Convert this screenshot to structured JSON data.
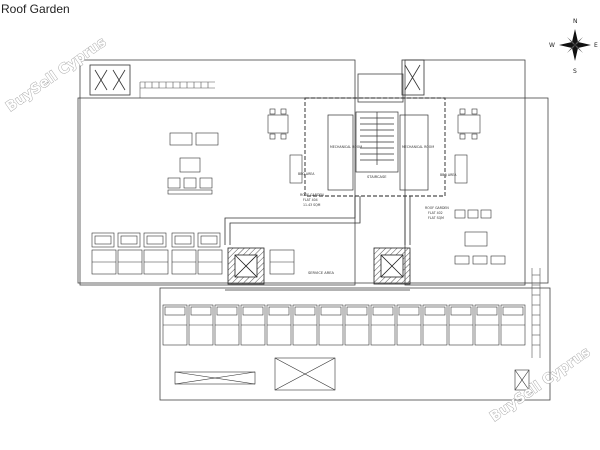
{
  "title": "Roof Garden",
  "watermark": "BuySell Cyprus",
  "compass": {
    "n": "N",
    "s": "S",
    "e": "E",
    "w": "W"
  },
  "labels": {
    "mechanical_left": "MECHANICAL ROOM",
    "mechanical_right": "MECHANICAL ROOM",
    "staircase": "STAIRCASE",
    "bbq_area_left": "BBQ AREA",
    "bbq_area_right": "BBQ AREA",
    "roof_garden_left": [
      "ROOF GARDEN",
      "FLAT 404",
      "11.43 SQM"
    ],
    "roof_garden_right": [
      "ROOF GARDEN",
      "FLAT 402",
      "FLAT SQM"
    ],
    "service_area": "SERVICE AREA"
  },
  "colors": {
    "line": "#333333",
    "fill": "#ffffff"
  }
}
